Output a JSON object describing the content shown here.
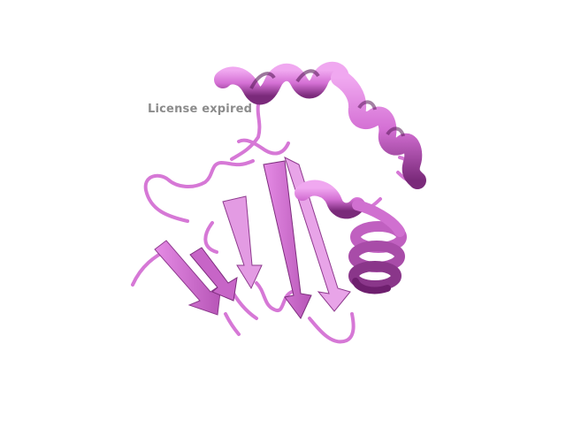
{
  "viewer": {
    "watermark_text": "License expired",
    "background_color": "#ffffff",
    "colors": {
      "cartoon_light": "#e58be5",
      "cartoon_mid": "#d16bd1",
      "cartoon_dark": "#9a3a9a",
      "cartoon_shadow": "#6e1f6e",
      "watermark": "#8c8c8c"
    },
    "representation": "cartoon",
    "elements": {
      "helices": 3,
      "strands": 5
    }
  }
}
